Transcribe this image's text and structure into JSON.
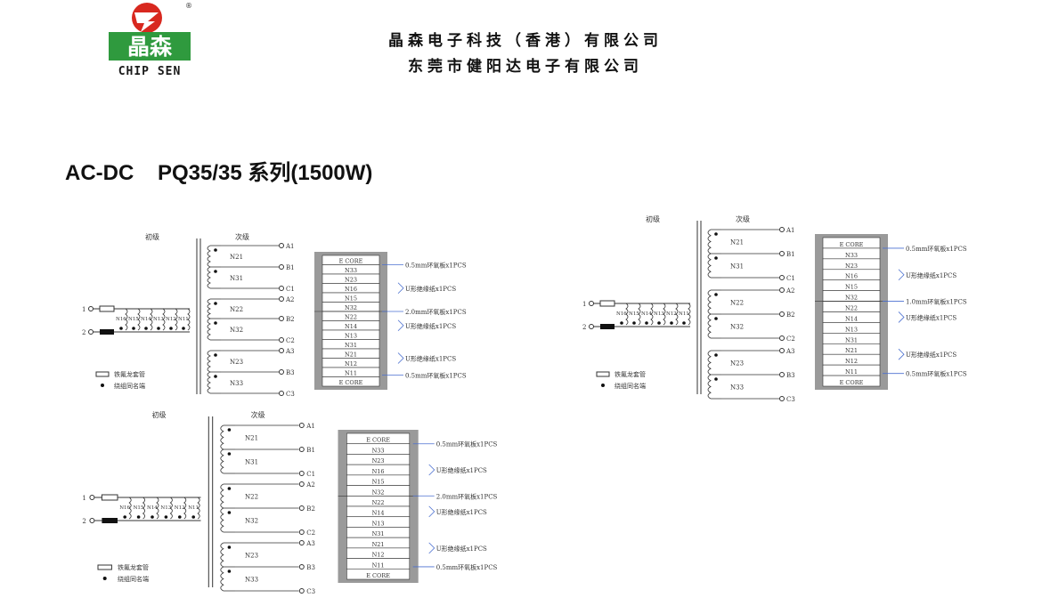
{
  "header": {
    "logo_text": "晶森",
    "logo_sub": "CHIP SEN",
    "logo_reg": "®",
    "company_hk": "晶森电子科技（香港）有限公司",
    "company_dg": "东莞市健阳达电子有限公司"
  },
  "title": "AC-DC    PQ35/35 系列(1500W)",
  "common": {
    "primary_label": "初级",
    "secondary_label": "次级",
    "pin1": "1",
    "pin2": "2",
    "primary_windings": [
      "N16",
      "N15",
      "N14",
      "N13",
      "N12",
      "N11"
    ],
    "outputs": [
      "A1",
      "B1",
      "C1",
      "A2",
      "B2",
      "C2",
      "A3",
      "B3",
      "C3"
    ],
    "secondary_windings": [
      "N21",
      "N31",
      "N22",
      "N32",
      "N23",
      "N33"
    ],
    "legend_tube": "铁氟龙套管",
    "legend_dot": "绕组同名端",
    "core_label": "E CORE",
    "layers": [
      "N33",
      "N23",
      "N16",
      "N15",
      "N32",
      "N22",
      "N14",
      "N13",
      "N31",
      "N21",
      "N12",
      "N11"
    ]
  },
  "diagrams": [
    {
      "annotations": [
        "0.5mm环氧板x1PCS",
        "U形绝缘纸x1PCS",
        "2.0mm环氧板x1PCS",
        "U形绝缘纸x1PCS",
        "U形绝缘纸x1PCS",
        "0.5mm环氧板x1PCS"
      ]
    },
    {
      "annotations": [
        "0.5mm环氧板x1PCS",
        "U形绝缘纸x1PCS",
        "1.0mm环氧板x1PCS",
        "U形绝缘纸x1PCS",
        "U形绝缘纸x1PCS",
        "0.5mm环氧板x1PCS"
      ]
    },
    {
      "annotations": [
        "0.5mm环氧板x1PCS",
        "U形绝缘纸x1PCS",
        "2.0mm环氧板x1PCS",
        "U形绝缘纸x1PCS",
        "U形绝缘纸x1PCS",
        "0.5mm环氧板x1PCS"
      ]
    }
  ]
}
